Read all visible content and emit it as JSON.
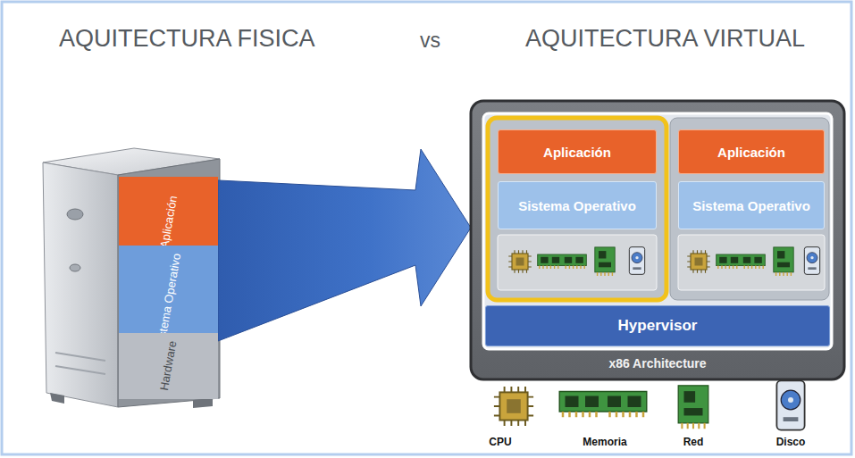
{
  "diagram": {
    "nodes": [
      {
        "text": [
          "Aplicación"
        ]
      },
      {
        "text": [
          "Sistema Operativo"
        ]
      },
      {
        "text": [
          "Hardware"
        ]
      },
      {
        "text": [
          "x86 Architecture"
        ]
      },
      {
        "text": [
          "Aplicación"
        ],
        "in": 3
      },
      {
        "text": [
          "Sistema Operativo"
        ],
        "in": 3
      },
      {
        "text": [
          "Aplicación"
        ],
        "in": 3
      },
      {
        "text": [
          "Sistema Operativo"
        ],
        "in": 3
      },
      {
        "text": [
          "Hypervisor"
        ],
        "in": 3
      }
    ],
    "edges": [
      {
        "from": 1,
        "to": 3,
        "arrow": "to"
      }
    ],
    "labels": [
      "AQUITECTURA FISICA",
      "vs",
      "AQUITECTURA VIRTUAL",
      "CPU",
      "Memoria",
      "Red",
      "Disco"
    ]
  }
}
